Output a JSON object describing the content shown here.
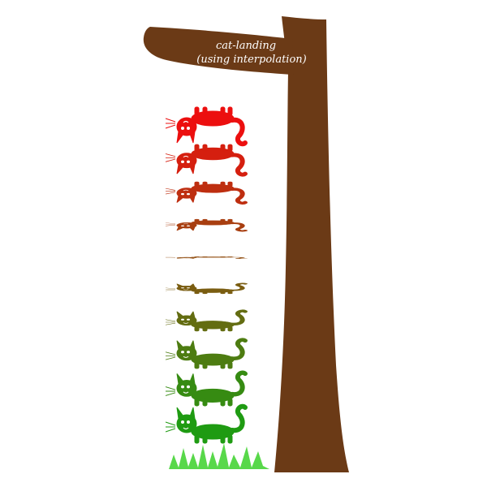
{
  "sign": {
    "line1": "cat-landing",
    "line2": "(using interpolation)"
  },
  "colors": {
    "trunk": "#6b3a16",
    "grass": "#58d84a",
    "sign_text": "#ffffff",
    "cat_start": "#ec0f0f",
    "cat_end": "#1f9b12"
  },
  "icons": {
    "tree": "tree-trunk-icon",
    "sign": "signboard-icon",
    "cat": "cat-icon",
    "grass": "grass-icon"
  },
  "cats": {
    "frames": 10,
    "scales": [
      1.0,
      0.82,
      0.58,
      0.32,
      0.06,
      0.28,
      0.55,
      0.78,
      0.9,
      1.0
    ],
    "inverted": [
      true,
      true,
      true,
      true,
      true,
      false,
      false,
      false,
      false,
      false
    ]
  }
}
